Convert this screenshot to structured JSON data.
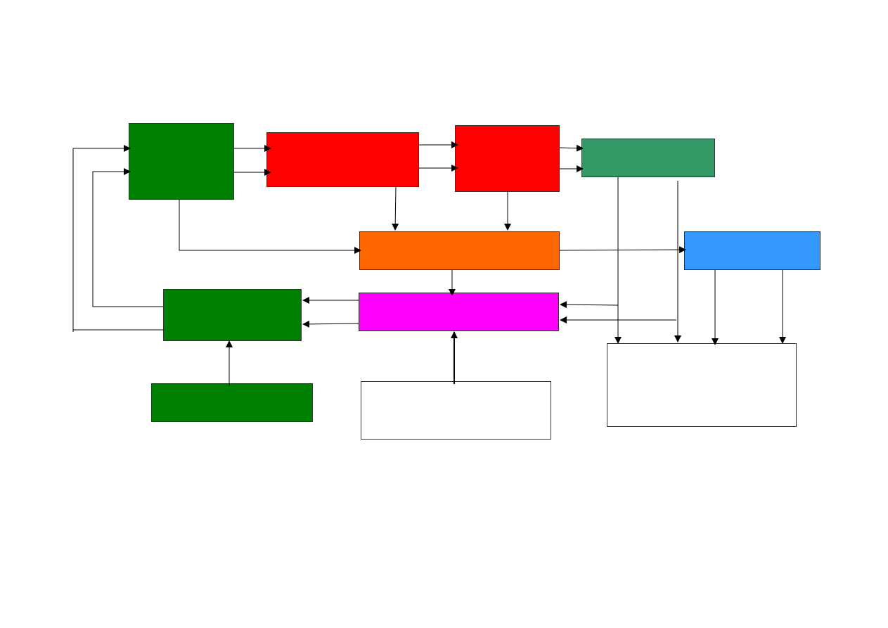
{
  "diagram": {
    "boxes": [
      {
        "id": "b-green-main",
        "name": "green-block-top-left",
        "fill": "#008000"
      },
      {
        "id": "b-red-1",
        "name": "red-block-left",
        "fill": "#ff0000"
      },
      {
        "id": "b-red-2",
        "name": "red-block-right",
        "fill": "#ff0000"
      },
      {
        "id": "b-seagreen",
        "name": "sea-green-block",
        "fill": "#339966"
      },
      {
        "id": "b-orange",
        "name": "orange-block",
        "fill": "#ff6600"
      },
      {
        "id": "b-blue",
        "name": "blue-block",
        "fill": "#3399ff"
      },
      {
        "id": "b-green-mid",
        "name": "green-block-middle-left",
        "fill": "#008000"
      },
      {
        "id": "b-magenta",
        "name": "magenta-block",
        "fill": "#ff00ff"
      },
      {
        "id": "b-green-bottom",
        "name": "green-block-bottom-left",
        "fill": "#008000"
      },
      {
        "id": "b-white-center",
        "name": "white-block-bottom-center",
        "fill": "#ffffff"
      },
      {
        "id": "b-white-right",
        "name": "white-block-bottom-right",
        "fill": "#ffffff"
      }
    ],
    "line_color": "#000000"
  }
}
